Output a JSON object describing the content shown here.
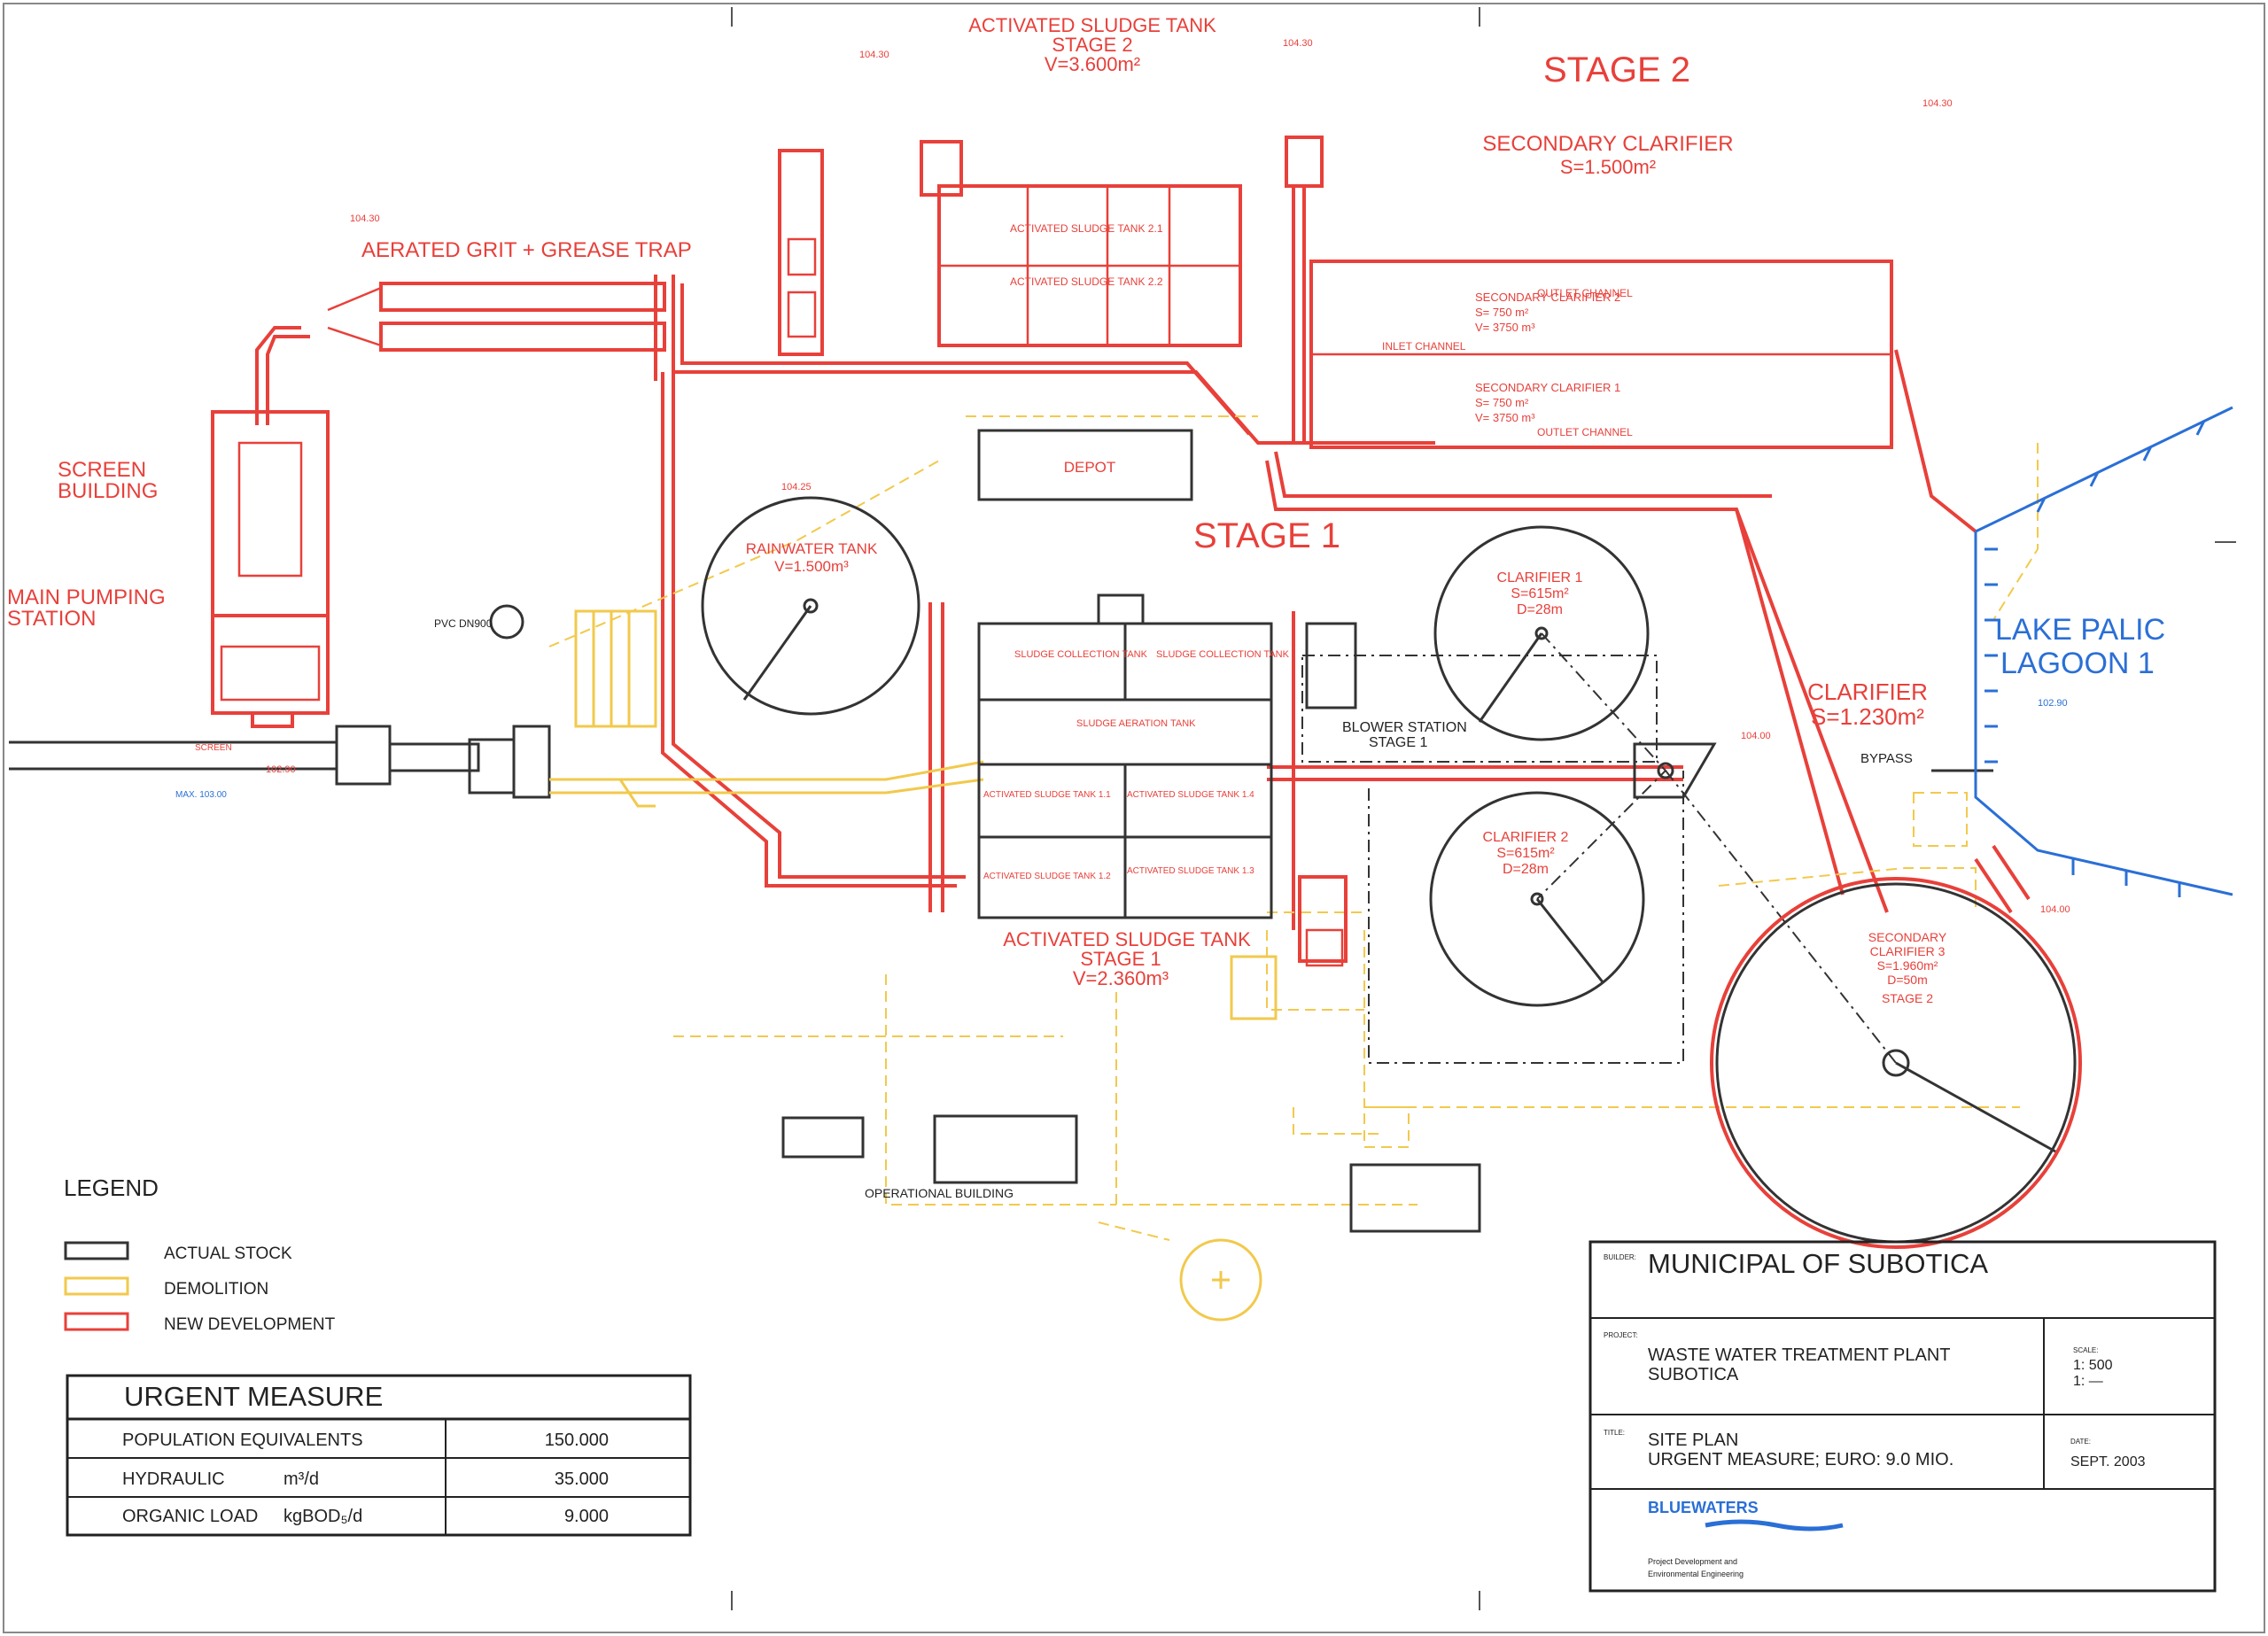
{
  "labels": {
    "as_tank_stage2": [
      "ACTIVATED SLUDGE TANK",
      "STAGE 2",
      "V=3.600m²"
    ],
    "stage2": "STAGE 2",
    "secondary_clarifier": [
      "SECONDARY CLARIFIER",
      "S=1.500m²"
    ],
    "aerated_grit": "AERATED GRIT + GREASE TRAP",
    "screen_building": [
      "SCREEN",
      "BUILDING"
    ],
    "main_pumping": [
      "MAIN PUMPING",
      "STATION"
    ],
    "rainwater_tank": [
      "RAINWATER TANK",
      "V=1.500m³"
    ],
    "depot": "DEPOT",
    "stage1": "STAGE 1",
    "clarifier1": [
      "CLARIFIER 1",
      "S=615m²",
      "D=28m"
    ],
    "clarifier2": [
      "CLARIFIER 2",
      "S=615m²",
      "D=28m"
    ],
    "clarifier": [
      "CLARIFIER",
      "S=1.230m²"
    ],
    "lake": [
      "LAKE PALIC",
      "LAGOON 1"
    ],
    "blower_station": [
      "BLOWER STATION",
      "STAGE 1"
    ],
    "bypass": "BYPASS",
    "as_tank_stage1": [
      "ACTIVATED SLUDGE TANK",
      "STAGE 1",
      "V=2.360m³"
    ],
    "secondary_clarifier3": [
      "SECONDARY",
      "CLARIFIER 3",
      "S=1.960m²",
      "D=50m",
      "STAGE 2"
    ],
    "operational_building": "OPERATIONAL BUILDING",
    "outlet_channel": "OUTLET CHANNEL",
    "inlet_channel": "INLET CHANNEL",
    "sec_clar2": [
      "SECONDARY CLARIFIER 2",
      "S= 750 m²",
      "V= 3750 m³"
    ],
    "sec_clar1": [
      "SECONDARY CLARIFIER 1",
      "S= 750 m²",
      "V= 3750 m³"
    ],
    "sludge_collection": "SLUDGE COLLECTION TANK",
    "sludge_aeration": "SLUDGE AERATION TANK",
    "as11": "ACTIVATED SLUDGE TANK 1.1",
    "as14": "ACTIVATED SLUDGE TANK 1.4",
    "as12": "ACTIVATED SLUDGE TANK 1.2",
    "as13": "ACTIVATED SLUDGE TANK 1.3",
    "as21": "ACTIVATED SLUDGE TANK 2.1",
    "as22": "ACTIVATED SLUDGE TANK 2.2",
    "pvc": "PVC DN900",
    "screen": "SCREEN",
    "max": "MAX. 103.00",
    "elev_a": "104.30",
    "elev_b": "104.00",
    "elev_c": "104.25",
    "elev_d": "102.90",
    "lake_elev": "102.90"
  },
  "legend": {
    "title": "LEGEND",
    "items": [
      {
        "label": "ACTUAL STOCK",
        "color": "#333333"
      },
      {
        "label": "DEMOLITION",
        "color": "#f2c94c"
      },
      {
        "label": "NEW DEVELOPMENT",
        "color": "#e8403a"
      }
    ]
  },
  "urgent": {
    "title": "URGENT MEASURE",
    "rows": [
      {
        "label": "POPULATION EQUIVALENTS",
        "unit": "",
        "value": "150.000"
      },
      {
        "label": "HYDRAULIC",
        "unit": "m³/d",
        "value": "35.000"
      },
      {
        "label": "ORGANIC LOAD",
        "unit": "kgBOD₅/d",
        "value": "9.000"
      }
    ]
  },
  "titleblock": {
    "builder_tag": "BUILDER:",
    "builder": "MUNICIPAL OF SUBOTICA",
    "project_tag": "PROJECT:",
    "project": [
      "WASTE WATER TREATMENT PLANT",
      "SUBOTICA"
    ],
    "scale_tag": "SCALE:",
    "scale": [
      "1: 500",
      "1: —"
    ],
    "title_tag": "TITLE:",
    "title": [
      "SITE PLAN",
      "URGENT MEASURE; EURO: 9.0 MIO."
    ],
    "date_tag": "DATE:",
    "date": "SEPT. 2003",
    "company": "BLUEWATERS",
    "company_sub": [
      "Project Development and",
      "Environmental Engineering"
    ]
  },
  "colors": {
    "new": "#e8403a",
    "demolition": "#f2c94c",
    "stock": "#333333",
    "water": "#2a6fd6"
  }
}
